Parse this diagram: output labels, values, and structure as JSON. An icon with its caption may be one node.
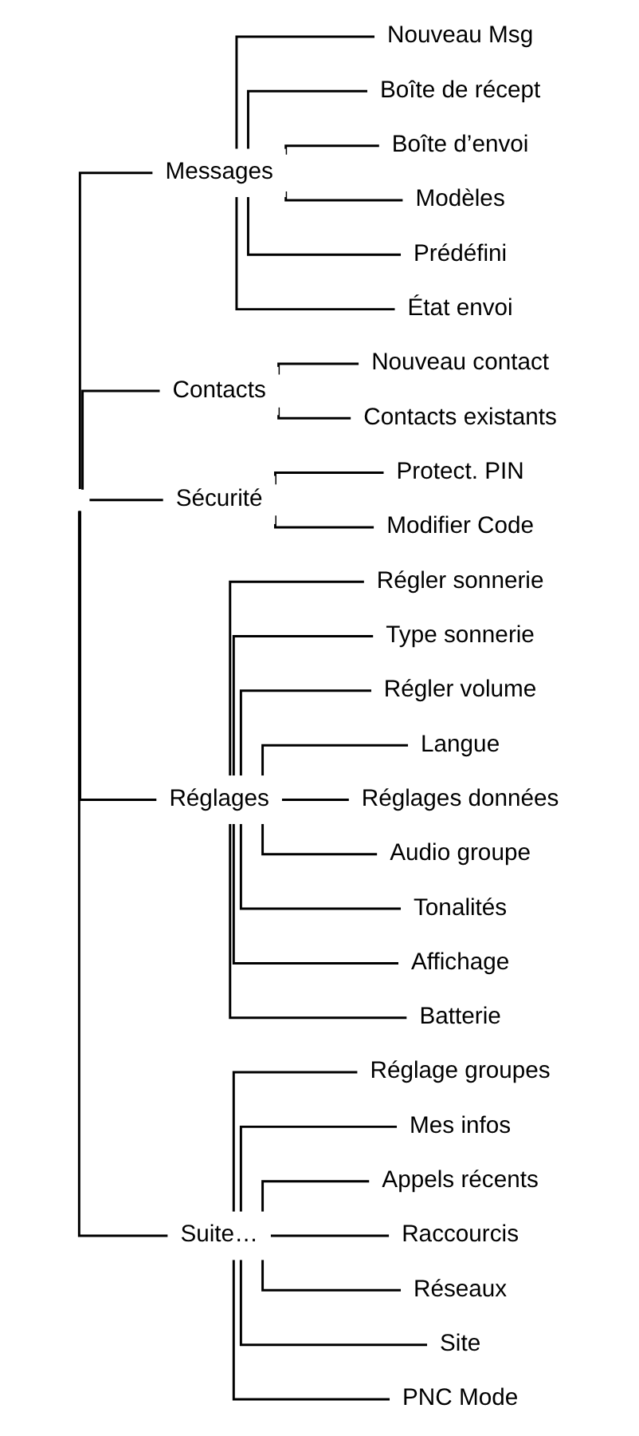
{
  "diagram": {
    "nodes": [
      {
        "text": [
          "Messages"
        ]
      },
      {
        "text": [
          "Nouveau Msg"
        ]
      },
      {
        "text": [
          "Boîte de récept"
        ]
      },
      {
        "text": [
          "Boîte d’envoi"
        ]
      },
      {
        "text": [
          "Modèles"
        ]
      },
      {
        "text": [
          "Prédéfini"
        ]
      },
      {
        "text": [
          "État envoi"
        ]
      },
      {
        "text": [
          "Contacts"
        ]
      },
      {
        "text": [
          "Nouveau contact"
        ]
      },
      {
        "text": [
          "Contacts existants"
        ]
      },
      {
        "text": [
          "Sécurité"
        ]
      },
      {
        "text": [
          "Protect. PIN"
        ]
      },
      {
        "text": [
          "Modifier Code"
        ]
      },
      {
        "text": [
          "Réglages"
        ]
      },
      {
        "text": [
          "Régler sonnerie"
        ]
      },
      {
        "text": [
          "Type sonnerie"
        ]
      },
      {
        "text": [
          "Régler volume"
        ]
      },
      {
        "text": [
          "Langue"
        ]
      },
      {
        "text": [
          "Réglages données"
        ]
      },
      {
        "text": [
          "Audio groupe"
        ]
      },
      {
        "text": [
          "Tonalités"
        ]
      },
      {
        "text": [
          "Affichage"
        ]
      },
      {
        "text": [
          "Batterie"
        ]
      },
      {
        "text": [
          "Suite…"
        ]
      },
      {
        "text": [
          "Réglage groupes"
        ]
      },
      {
        "text": [
          "Mes infos"
        ]
      },
      {
        "text": [
          "Appels récents"
        ]
      },
      {
        "text": [
          "Raccourcis"
        ]
      },
      {
        "text": [
          "Réseaux"
        ]
      },
      {
        "text": [
          "Site"
        ]
      },
      {
        "text": [
          "PNC Mode"
        ]
      }
    ],
    "edges": [
      {
        "from": null,
        "to": 0,
        "arrow": "none"
      },
      {
        "from": null,
        "to": 7,
        "arrow": "none"
      },
      {
        "from": null,
        "to": 10,
        "arrow": "none"
      },
      {
        "from": null,
        "to": 13,
        "arrow": "none"
      },
      {
        "from": null,
        "to": 23,
        "arrow": "none"
      },
      {
        "from": 0,
        "to": 1,
        "arrow": "none"
      },
      {
        "from": 0,
        "to": 2,
        "arrow": "none"
      },
      {
        "from": 0,
        "to": 3,
        "arrow": "none"
      },
      {
        "from": 0,
        "to": 4,
        "arrow": "none"
      },
      {
        "from": 0,
        "to": 5,
        "arrow": "none"
      },
      {
        "from": 0,
        "to": 6,
        "arrow": "none"
      },
      {
        "from": 7,
        "to": 8,
        "arrow": "none"
      },
      {
        "from": 7,
        "to": 9,
        "arrow": "none"
      },
      {
        "from": 10,
        "to": 11,
        "arrow": "none"
      },
      {
        "from": 10,
        "to": 12,
        "arrow": "none"
      },
      {
        "from": 13,
        "to": 14,
        "arrow": "none"
      },
      {
        "from": 13,
        "to": 15,
        "arrow": "none"
      },
      {
        "from": 13,
        "to": 16,
        "arrow": "none"
      },
      {
        "from": 13,
        "to": 17,
        "arrow": "none"
      },
      {
        "from": 13,
        "to": 18,
        "arrow": "none"
      },
      {
        "from": 13,
        "to": 19,
        "arrow": "none"
      },
      {
        "from": 13,
        "to": 20,
        "arrow": "none"
      },
      {
        "from": 13,
        "to": 21,
        "arrow": "none"
      },
      {
        "from": 13,
        "to": 22,
        "arrow": "none"
      },
      {
        "from": 23,
        "to": 24,
        "arrow": "none"
      },
      {
        "from": 23,
        "to": 25,
        "arrow": "none"
      },
      {
        "from": 23,
        "to": 26,
        "arrow": "none"
      },
      {
        "from": 23,
        "to": 27,
        "arrow": "none"
      },
      {
        "from": 23,
        "to": 28,
        "arrow": "none"
      },
      {
        "from": 23,
        "to": 29,
        "arrow": "none"
      },
      {
        "from": 23,
        "to": 30,
        "arrow": "none"
      }
    ]
  }
}
